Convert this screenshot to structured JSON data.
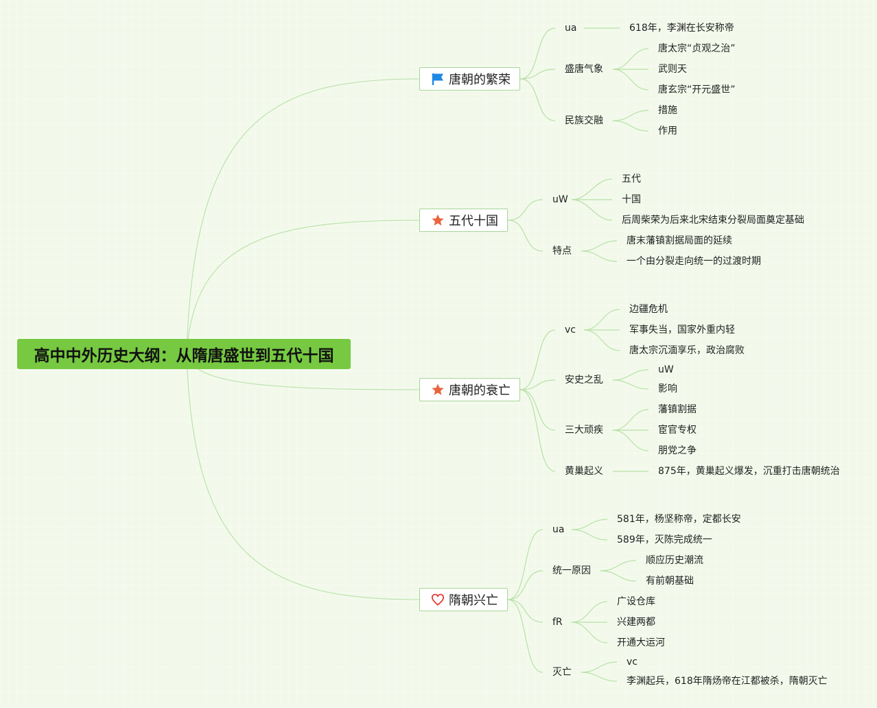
{
  "root": {
    "title": "高中中外历史大纲：从隋唐盛世到五代十国"
  },
  "colors": {
    "root_bg": "#76c940",
    "line": "#b8e0a8",
    "flag": "#1e88e5",
    "star": "#e8643c",
    "heart": "#e53935"
  },
  "branches": [
    {
      "label": "唐朝的繁荣",
      "icon": "flag-icon",
      "children": [
        {
          "label": "ua",
          "children": [
            "618年，李渊在长安称帝"
          ]
        },
        {
          "label": "盛唐气象",
          "children": [
            "唐太宗“贞观之治”",
            "武则天",
            "唐玄宗“开元盛世”"
          ]
        },
        {
          "label": "民族交融",
          "children": [
            "措施",
            "作用"
          ]
        }
      ]
    },
    {
      "label": "五代十国",
      "icon": "star-icon",
      "children": [
        {
          "label": "uW",
          "children": [
            "五代",
            "十国",
            "后周柴荣为后来北宋结束分裂局面奠定基础"
          ]
        },
        {
          "label": "特点",
          "children": [
            "唐末藩镇割据局面的延续",
            "一个由分裂走向统一的过渡时期"
          ]
        }
      ]
    },
    {
      "label": "唐朝的衰亡",
      "icon": "star-icon",
      "children": [
        {
          "label": "vc",
          "children": [
            "边疆危机",
            "军事失当，国家外重内轻",
            "唐太宗沉湎享乐，政治腐败"
          ]
        },
        {
          "label": "安史之乱",
          "children": [
            "uW",
            "影响"
          ]
        },
        {
          "label": "三大顽疾",
          "children": [
            "藩镇割据",
            "宦官专权",
            "朋党之争"
          ]
        },
        {
          "label": "黄巢起义",
          "children": [
            "875年，黄巢起义爆发，沉重打击唐朝统治"
          ]
        }
      ]
    },
    {
      "label": "隋朝兴亡",
      "icon": "heart-icon",
      "children": [
        {
          "label": "ua",
          "children": [
            "581年，杨坚称帝，定都长安",
            "589年，灭陈完成统一"
          ]
        },
        {
          "label": "统一原因",
          "children": [
            "顺应历史潮流",
            "有前朝基础"
          ]
        },
        {
          "label": "fR",
          "children": [
            "广设仓库",
            "兴建两都",
            "开通大运河"
          ]
        },
        {
          "label": "灭亡",
          "children": [
            "vc",
            "李渊起兵，618年隋炀帝在江都被杀，隋朝灭亡"
          ]
        }
      ]
    }
  ]
}
